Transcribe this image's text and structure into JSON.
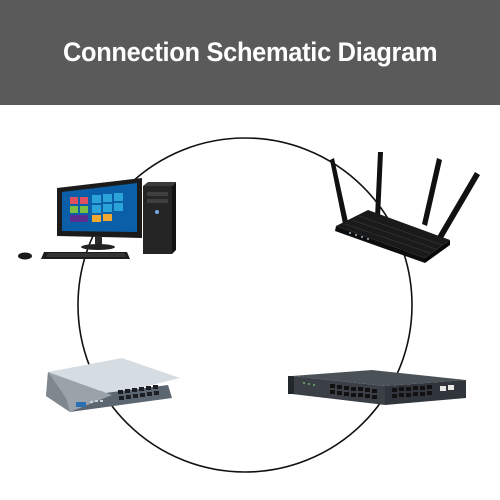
{
  "header": {
    "title": "Connection Schematic Diagram",
    "background": "#5a5a5a",
    "text_color": "#ffffff"
  },
  "diagram": {
    "connector": "circle",
    "connector_color": "#111111",
    "devices": [
      {
        "id": "computer",
        "icon": "desktop-computer-icon"
      },
      {
        "id": "router",
        "icon": "wifi-router-icon"
      },
      {
        "id": "switch-left",
        "icon": "network-switch-icon"
      },
      {
        "id": "switch-right",
        "icon": "rack-switch-icon"
      }
    ]
  }
}
